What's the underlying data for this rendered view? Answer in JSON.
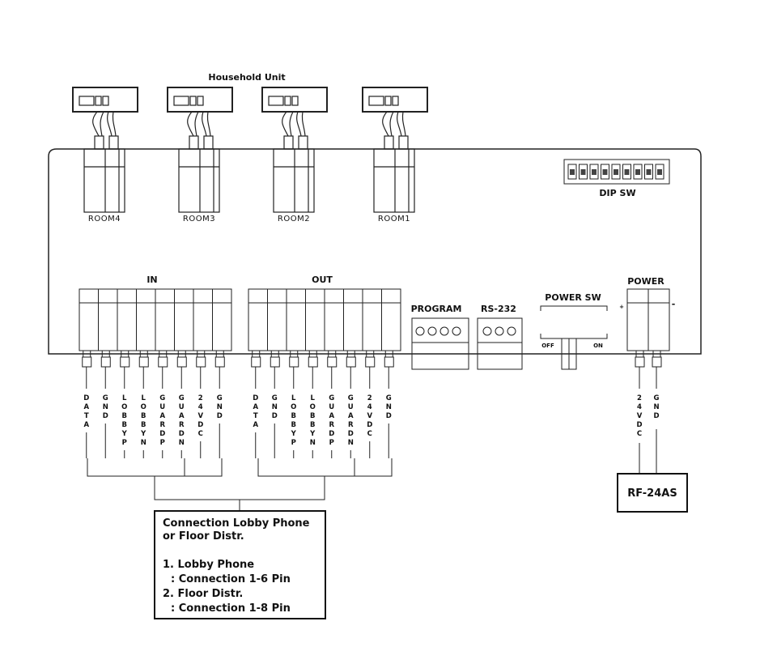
{
  "title": "Household Unit",
  "rooms": [
    "ROOM4",
    "ROOM3",
    "ROOM2",
    "ROOM1"
  ],
  "dip_label": "DIP SW",
  "in_label": "IN",
  "out_label": "OUT",
  "pins": [
    "DATA",
    "GND",
    "LOBBYP",
    "LOBBYN",
    "GUARDP",
    "GUARDN",
    "24VDC",
    "GND"
  ],
  "program_label": "PROGRAM",
  "rs232_label": "RS-232",
  "power_sw": {
    "label": "POWER SW",
    "off": "OFF",
    "on": "ON"
  },
  "power": {
    "label": "POWER",
    "plus": "+",
    "minus": "-",
    "pins": [
      "24VDC",
      "GND"
    ]
  },
  "rf_box": "RF-24AS",
  "note": {
    "line1": "Connection Lobby Phone",
    "line2": "or Floor Distr.",
    "line3": "1. Lobby Phone",
    "line4": ": Connection 1-6 Pin",
    "line5": "2. Floor Distr.",
    "line6": ": Connection 1-8 Pin"
  }
}
